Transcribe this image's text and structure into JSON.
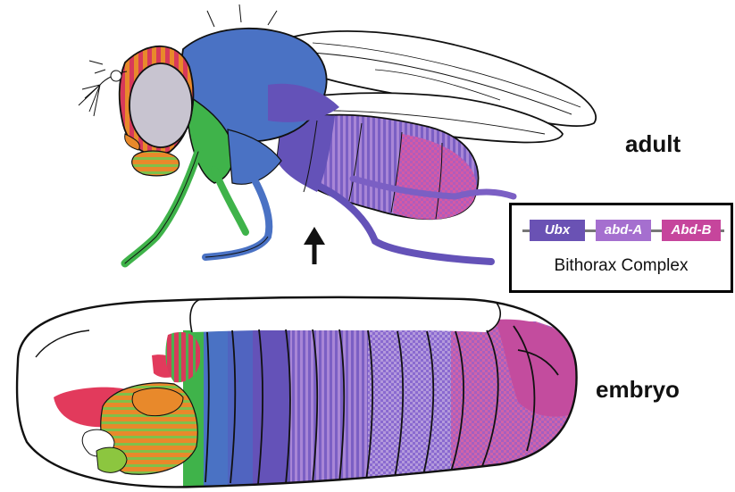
{
  "labels": {
    "adult": "adult",
    "embryo": "embryo"
  },
  "complex": {
    "title": "Bithorax Complex",
    "genes": [
      {
        "name": "Ubx",
        "color": "#6a52b4"
      },
      {
        "name": "abd-A",
        "color": "#a56fcf"
      },
      {
        "name": "Abd-B",
        "color": "#c6459c"
      }
    ]
  },
  "colors": {
    "head_stripe_red": "#d83a5a",
    "head_stripe_orange": "#e8892b",
    "thorax_green": "#3fb34a",
    "thorax_blue": "#4a72c4",
    "ubx_blue_purple": "#6452b8",
    "abda_purple": "#9b6fd0",
    "abdb_magenta": "#c34c9e",
    "eye_gray": "#c8c4d0"
  },
  "icons": [
    "upward-arrow-icon"
  ]
}
